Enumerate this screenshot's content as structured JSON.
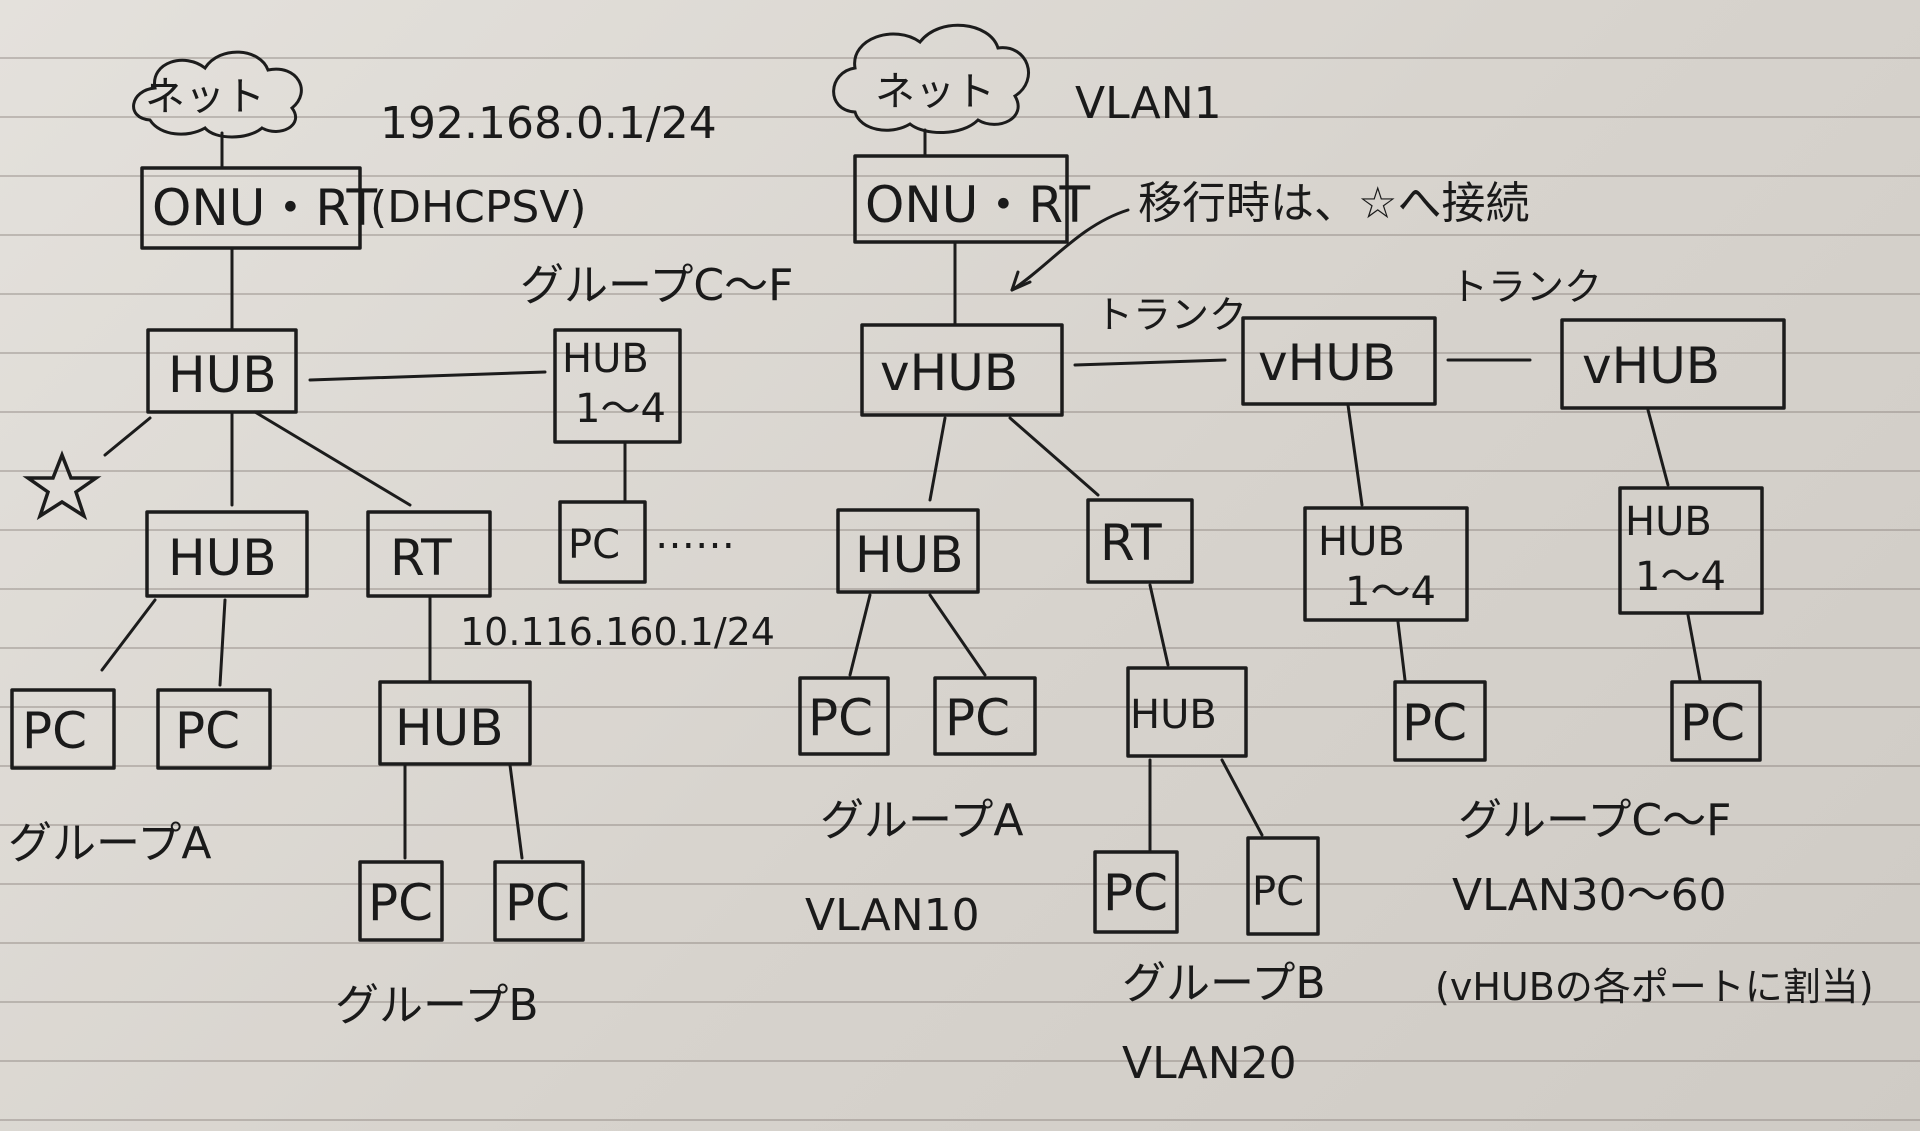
{
  "left_diagram": {
    "internet": "ネット",
    "router": "ONU・RT",
    "router_ip": "192.168.0.1/24",
    "dhcp_note": "(DHCPSV)",
    "hub_main": "HUB",
    "hub_cf_line1": "HUB",
    "hub_cf_line2": "1〜4",
    "group_cf": "グループC〜F",
    "hub_a": "HUB",
    "rt_b": "RT",
    "rt_b_ip": "10.116.160.1/24",
    "hub_b": "HUB",
    "pc": "PC",
    "pc_dots": "……",
    "group_a": "グループA",
    "group_b": "グループB"
  },
  "right_diagram": {
    "internet": "ネット",
    "router": "ONU・RT",
    "vlan1": "VLAN1",
    "migration_note": "移行時は、☆へ接続",
    "trunk1": "トランク",
    "trunk2": "トランク",
    "vhub": "vHUB",
    "hub_a": "HUB",
    "rt_b": "RT",
    "hub_b": "HUB",
    "hub_cf1_line1": "HUB",
    "hub_cf1_line2": "1〜4",
    "hub_cf2_line1": "HUB",
    "hub_cf2_line2": "1〜4",
    "pc": "PC",
    "group_a": "グループA",
    "vlan10": "VLAN10",
    "group_b": "グループB",
    "vlan20": "VLAN20",
    "group_cf": "グループC〜F",
    "vlan_cf": "VLAN30〜60",
    "vlan_cf_note": "(vHUBの各ポートに割当)"
  },
  "icons": {
    "star": "star-icon",
    "cloud": "cloud-icon"
  }
}
